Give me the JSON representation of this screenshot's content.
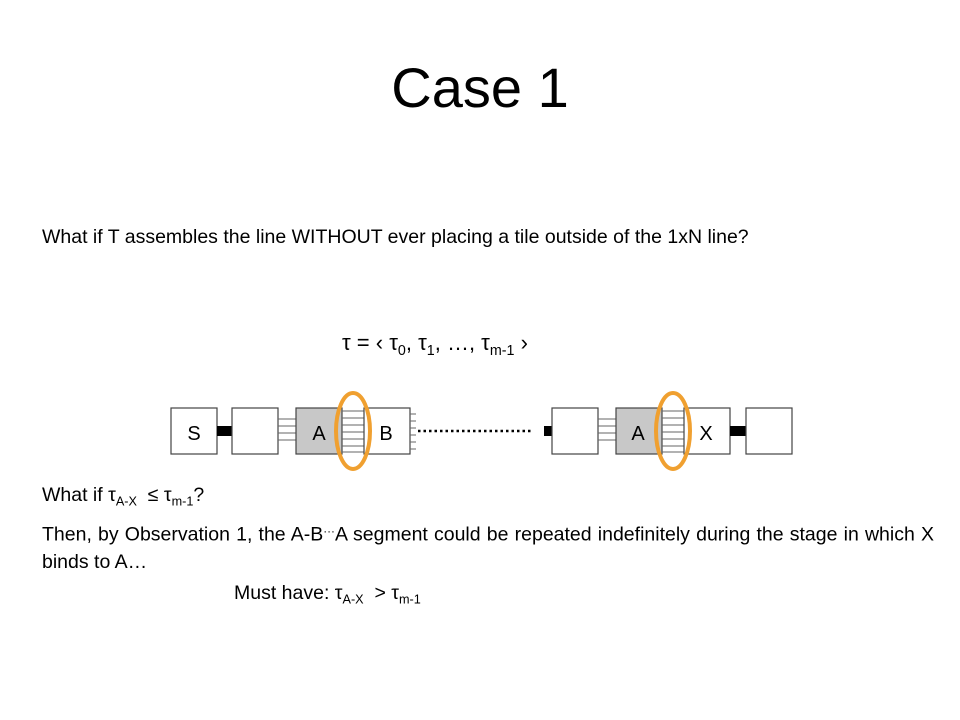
{
  "title": "Case 1",
  "question": "What if T assembles the line WITHOUT ever placing a tile outside of the 1xN line?",
  "tau_sequence": {
    "lhs": "τ = ‹ τ",
    "sub0": "0",
    "mid1": ", τ",
    "sub1": "1",
    "mid2": ", …, τ",
    "sub_last": "m-1",
    "close": " ›"
  },
  "diagram": {
    "tiles": [
      "S",
      "",
      "A",
      "B",
      "",
      "A",
      "X",
      ""
    ],
    "highlight_color": "#F0A030",
    "grey_tile_color": "#C8C8C8"
  },
  "what_if": {
    "prefix": "What if τ",
    "sub_ax": "A-X",
    "mid": "  ≤ τ",
    "sub_m1": "m-1",
    "suffix": "?"
  },
  "then_paragraph": {
    "part1": "Then, by Observation 1, the A-B",
    "dots": "···",
    "part2": "A segment could be repeated indefinitely during the stage in which X binds to A…"
  },
  "must_have": {
    "prefix": "Must have: τ",
    "sub_ax": "A-X",
    "mid": "  > τ",
    "sub_m1": "m-1"
  }
}
